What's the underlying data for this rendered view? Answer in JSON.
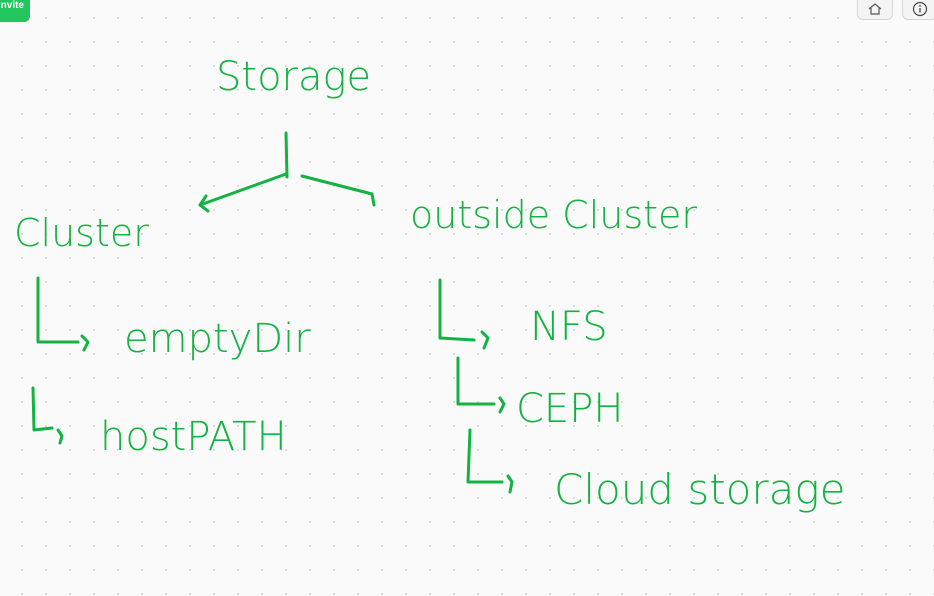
{
  "toolbar": {
    "invite_label": "nvite",
    "home_icon": "home-icon",
    "info_icon": "info-icon"
  },
  "colors": {
    "ink": "#12b340",
    "invite_bg": "#22c55e",
    "canvas_bg": "#fafafa"
  },
  "whiteboard": {
    "root": "Storage",
    "left_branch": "Cluster",
    "right_branch": "outside Cluster",
    "left_items": [
      "emptyDir",
      "hostPATH"
    ],
    "right_items": [
      "NFS",
      "CEPH",
      "Cloud storage"
    ]
  }
}
